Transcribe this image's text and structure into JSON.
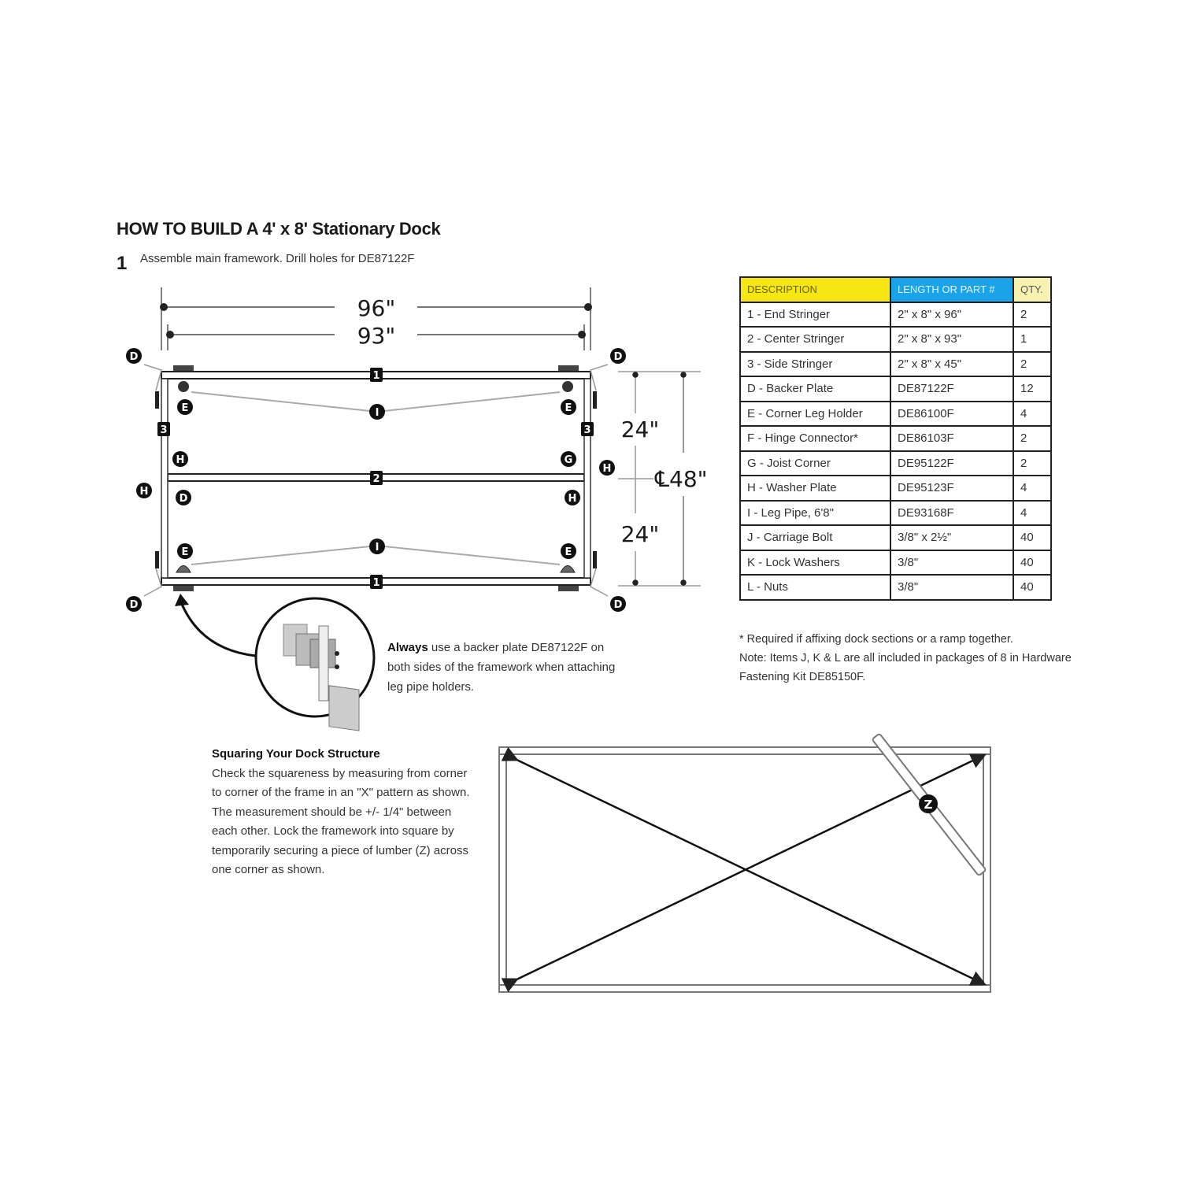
{
  "header": {
    "title": "HOW TO BUILD A 4' x 8' Stationary Dock",
    "step_number": "1",
    "step_text": "Assemble main framework. Drill holes for DE87122F"
  },
  "diagram": {
    "dimensions": {
      "outer_width": "96\"",
      "inner_width": "93\"",
      "half_depth_top": "24\"",
      "half_depth_bottom": "24\"",
      "total_depth": "48\"",
      "centerline_symbol": "℄"
    },
    "labels": {
      "end_stringer": "1",
      "center_stringer": "2",
      "side_stringer": "3",
      "backer_plate": "D",
      "corner_leg_holder": "E",
      "joist_corner": "G",
      "washer_plate": "H",
      "leg_pipe": "I",
      "lumber_brace": "Z"
    },
    "callout": {
      "bold": "Always",
      "text": " use a backer plate DE87122F on both sides of the framework when attaching leg pipe holders."
    }
  },
  "parts_table": {
    "headers": [
      "DESCRIPTION",
      "LENGTH or PART #",
      "QTY."
    ],
    "header_colors": [
      "#f5e614",
      "#1aa3e8",
      "#f7f2b0"
    ],
    "rows": [
      [
        "1 - End Stringer",
        "2\" x 8\" x 96\"",
        "2"
      ],
      [
        "2 - Center Stringer",
        "2\" x 8\" x 93\"",
        "1"
      ],
      [
        "3 - Side Stringer",
        "2\" x 8\" x 45\"",
        "2"
      ],
      [
        "D - Backer Plate",
        "DE87122F",
        "12"
      ],
      [
        "E - Corner Leg Holder",
        "DE86100F",
        "4"
      ],
      [
        "F - Hinge Connector*",
        "DE86103F",
        "2"
      ],
      [
        "G - Joist Corner",
        "DE95122F",
        "2"
      ],
      [
        "H - Washer Plate",
        "DE95123F",
        "4"
      ],
      [
        "I - Leg Pipe, 6'8\"",
        "DE93168F",
        "4"
      ],
      [
        "J - Carriage Bolt",
        "3/8\" x 2½\"",
        "40"
      ],
      [
        "K - Lock Washers",
        "3/8\"",
        "40"
      ],
      [
        "L - Nuts",
        "3/8\"",
        "40"
      ]
    ]
  },
  "notes": {
    "footnote": "* Required if affixing dock sections or a ramp together.",
    "note": "Note: Items J, K & L are all included in packages of 8 in Hardware Fastening Kit DE85150F."
  },
  "squaring": {
    "heading": "Squaring Your Dock Structure",
    "body": "Check the squareness by measuring from corner to corner of the frame in an \"X\" pattern as shown. The measurement should be +/- 1/4\" between each other. Lock the framework into square by temporarily securing a piece of lumber (Z) across one corner as shown."
  }
}
